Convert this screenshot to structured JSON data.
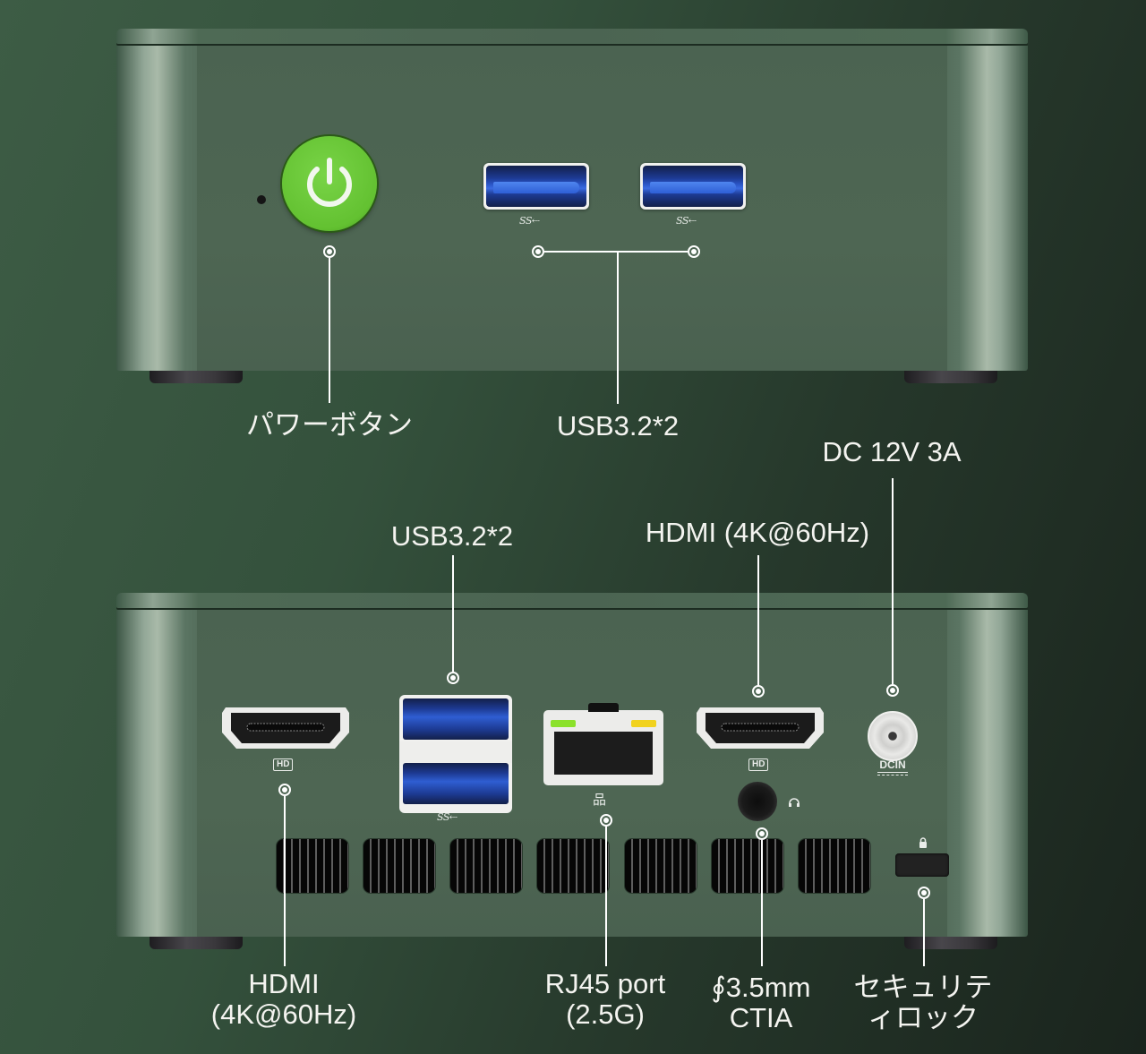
{
  "front_view": {
    "power_button_label": "パワーボタン",
    "usb_label": "USB3.2*2",
    "usb_logo": "SS⇠",
    "icons": [
      "power-icon",
      "usb-superspeed-icon"
    ]
  },
  "rear_view": {
    "usb_label": "USB3.2*2",
    "hdmi_top_label": "HDMI (4K@60Hz)",
    "dc_label": "DC 12V 3A",
    "hdmi_bottom_label_line1": "HDMI",
    "hdmi_bottom_label_line2": "(4K@60Hz)",
    "rj45_label_line1": "RJ45 port",
    "rj45_label_line2": "(2.5G)",
    "audio_label_line1": "∮3.5mm",
    "audio_label_line2": "CTIA",
    "security_label_line1": "セキュリテ",
    "security_label_line2": "ィロック",
    "hd_badge": "HD",
    "dc_port_text": "DCIN",
    "usb_logo": "SS⇠",
    "lock_glyph": "🔒",
    "network_glyph": "品",
    "headphone_glyph": "🎧"
  },
  "colors": {
    "device_green": "#4b6351",
    "power_button_green": "#63c131",
    "usb_blue": "#2a55c6",
    "rj45_led_green": "#8be12b",
    "rj45_led_yellow": "#f1d21e",
    "label_white": "#f4f4f0"
  }
}
